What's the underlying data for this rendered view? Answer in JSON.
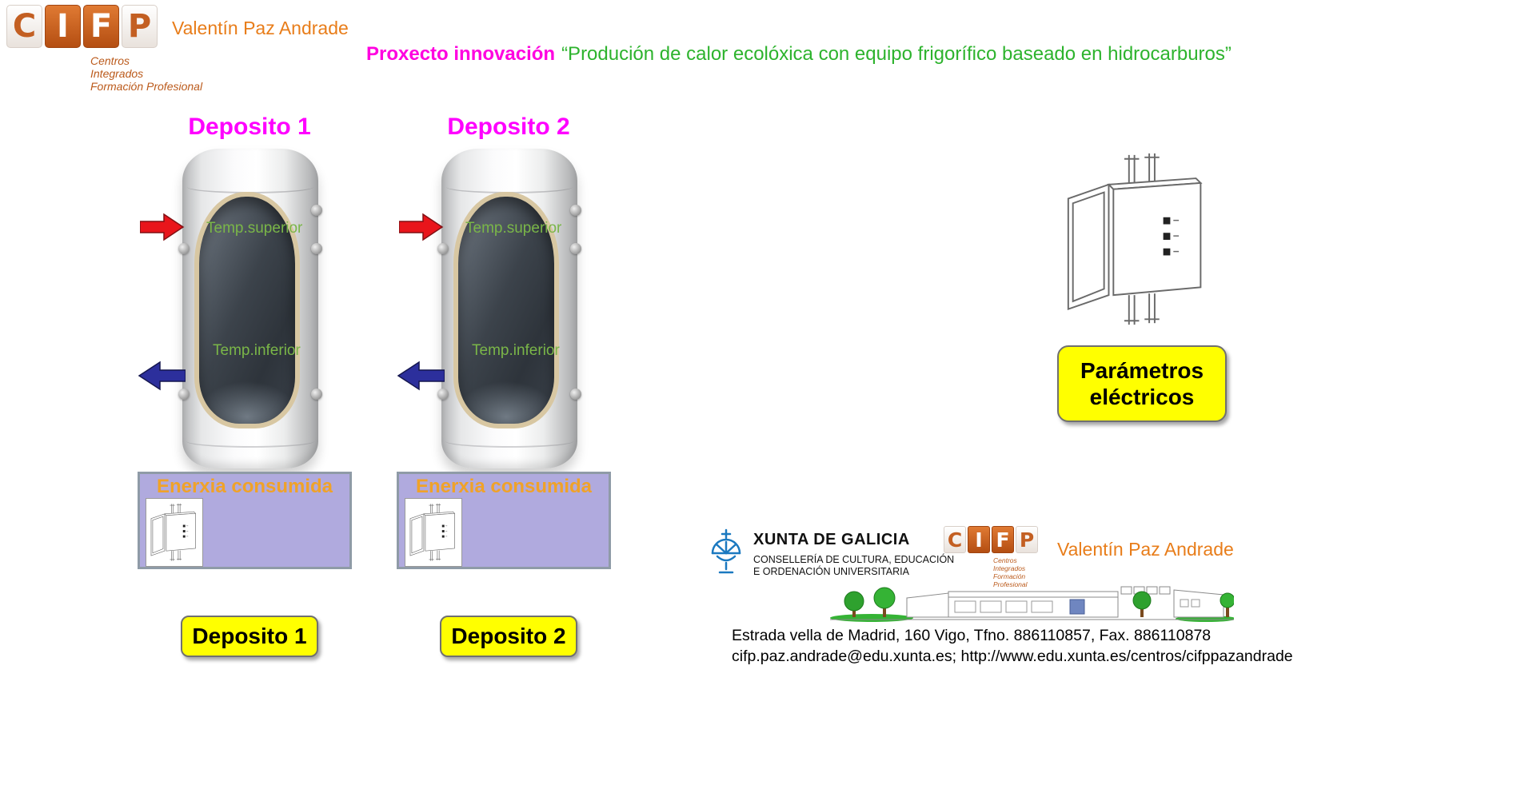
{
  "header": {
    "logo": {
      "letters": [
        "C",
        "I",
        "F",
        "P"
      ],
      "subtext_lines": [
        "Centros",
        "Integrados",
        "Formación Profesional"
      ]
    },
    "school_name": "Valentín Paz Andrade",
    "project_label": "Proxecto innovación",
    "project_title": "“Produción de calor ecolóxica con equipo frigorífico baseado en hidrocarburos”"
  },
  "tanks": [
    {
      "title": "Deposito 1",
      "temp_superior": "Temp.superior",
      "temp_inferior": "Temp.inferior",
      "energy_title": "Enerxia consumida",
      "button": "Deposito 1"
    },
    {
      "title": "Deposito 2",
      "temp_superior": "Temp.superior",
      "temp_inferior": "Temp.inferior",
      "energy_title": "Enerxia consumida",
      "button": "Deposito 2"
    }
  ],
  "electrical_button": {
    "line1": "Parámetros",
    "line2": "eléctricos"
  },
  "footer": {
    "xunta_name": "XUNTA DE GALICIA",
    "xunta_dept_line1": "CONSELLERÍA DE CULTURA, EDUCACIÓN",
    "xunta_dept_line2": "E ORDENACIÓN UNIVERSITARIA",
    "cifp_letters": [
      "C",
      "I",
      "F",
      "P"
    ],
    "cifp_subtext_lines": [
      "Centros",
      "Integrados",
      "Formación Profesional"
    ],
    "school_name": "Valentín Paz Andrade",
    "address_line1": "Estrada vella de Madrid, 160 Vigo, Tfno. 886110857, Fax. 886110878",
    "address_line2": "cifp.paz.andrade@edu.xunta.es; http://www.edu.xunta.es/centros/cifppazandrade"
  },
  "icons": {
    "hot-inlet-arrow-icon": "red right arrow",
    "cold-outlet-arrow-icon": "blue left arrow",
    "electrical-cabinet-icon": "line drawing of electrical cabinet with open door",
    "xunta-logo": "Xunta de Galicia emblem",
    "school-building-illustration": "line drawing of school building with trees"
  },
  "colors": {
    "magenta_title": "#ff00ff",
    "green_project": "#2db32d",
    "green_label": "#7ab648",
    "orange_brand": "#e87d1a",
    "orange_energy": "#f0a228",
    "yellow_button": "#ffff00",
    "panel_purple": "#b0aade",
    "arrow_red": "#e9151b",
    "arrow_blue": "#2c2f9c"
  }
}
